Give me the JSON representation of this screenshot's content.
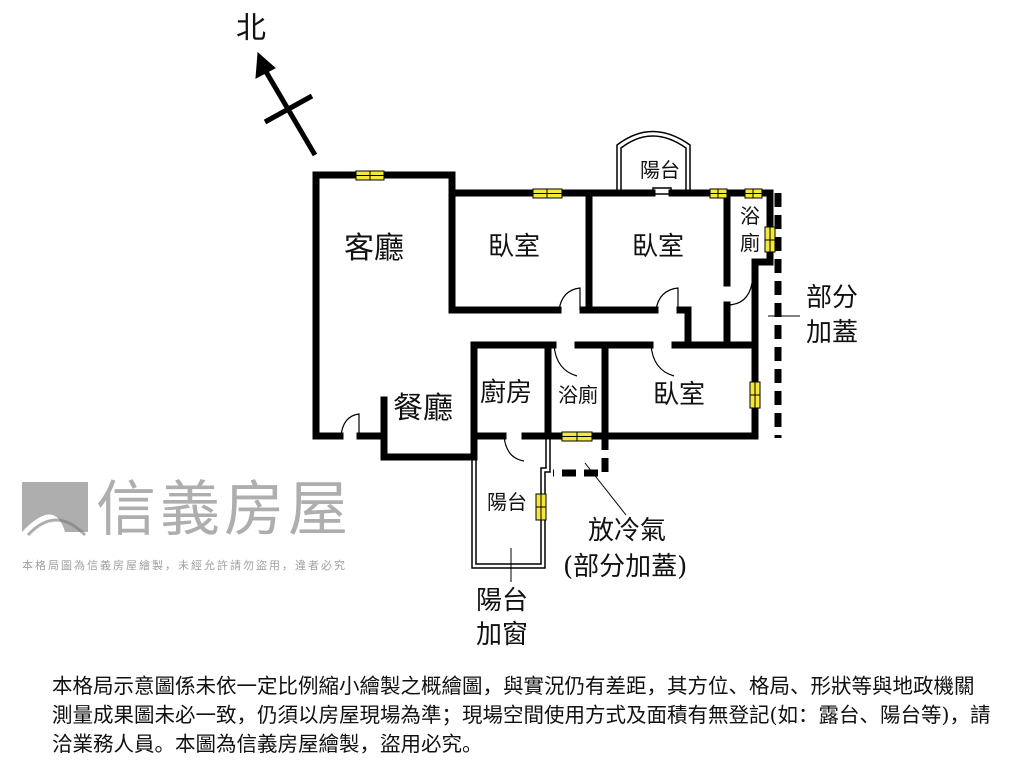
{
  "compass": {
    "label": "北"
  },
  "rooms": {
    "living_room": "客廳",
    "bedroom_1": "臥室",
    "bedroom_2": "臥室",
    "bedroom_3": "臥室",
    "bathroom_1": "浴",
    "bathroom_1b": "廁",
    "bathroom_2": "浴廁",
    "dining": "餐廳",
    "kitchen": "廚房",
    "balcony_top": "陽台",
    "balcony_bottom": "陽台"
  },
  "annotations": {
    "extension_line1": "部分",
    "extension_line2": "加蓋",
    "ac_line1": "放冷氣",
    "ac_line2": "(部分加蓋)",
    "balcony_window_line1": "陽台",
    "balcony_window_line2": "加窗"
  },
  "watermark": {
    "brand": "信義房屋",
    "notice": "本格局圖為信義房屋繪製，未經允許請勿盜用，違者必究"
  },
  "disclaimer": "本格局示意圖係未依一定比例縮小繪製之概繪圖，與實況仍有差距，其方位、格局、形狀等與地政機關測量成果圖未必一致，仍須以房屋現場為準；現場空間使用方式及面積有無登記(如：露台、陽台等)，請洽業務人員。本圖為信義房屋繪製，盜用必究。",
  "colors": {
    "wall": "#000000",
    "window": "#f5e83a",
    "watermark": "#8a8a8a"
  }
}
